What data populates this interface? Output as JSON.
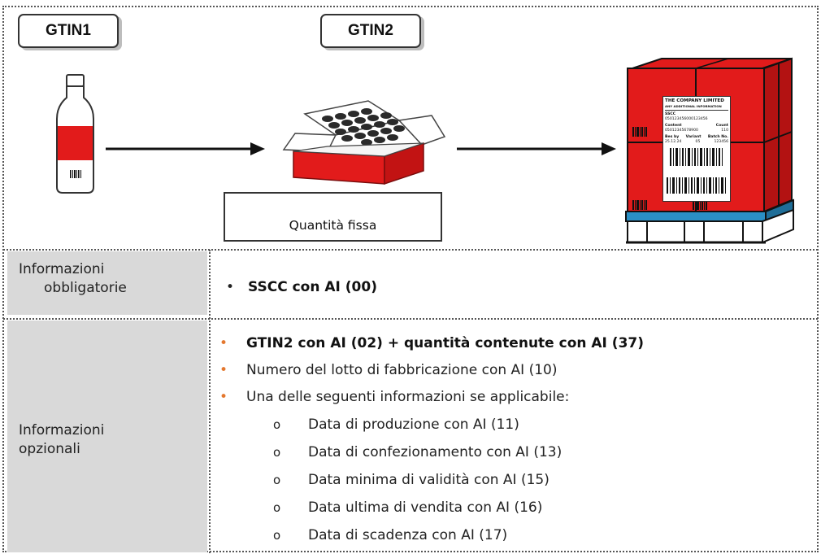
{
  "header": {
    "tag1": "GTIN1",
    "tag2": "GTIN2",
    "quantity_box": "Quantità fissa"
  },
  "pallet_label": {
    "company": "THE COMPANY LIMITED",
    "subtitle": "ANY ADDITIONAL INFORMATION",
    "sscc_label": "SSCC",
    "sscc_value": "050123456000123456",
    "content_label": "Content",
    "content_value": "05012345678900",
    "count_label": "Count",
    "count_value": "110",
    "bestby_label": "Bes by",
    "bestby_value": "25.12.24",
    "variant_label": "Variant",
    "variant_value": "05",
    "batch_label": "Batch No.",
    "batch_value": "123456"
  },
  "table": {
    "mandatory": {
      "label_line1": "Informazioni",
      "label_line2": "obbligatorie",
      "items": [
        {
          "bullet": "•",
          "text": "SSCC con AI (00)"
        }
      ]
    },
    "optional": {
      "label_line1": "Informazioni",
      "label_line2": "opzionali",
      "items": [
        {
          "bullet": "•",
          "text": "GTIN2 con AI (02) + quantità contenute con AI (37)"
        },
        {
          "bullet": "•",
          "text": "Numero del lotto di fabbricazione con AI (10)"
        },
        {
          "bullet": "•",
          "text": "Una delle seguenti informazioni se applicabile:"
        }
      ],
      "sub_items": [
        {
          "bullet": "o",
          "text": "Data di produzione con AI (11)"
        },
        {
          "bullet": "o",
          "text": "Data di confezionamento con AI (13)"
        },
        {
          "bullet": "o",
          "text": "Data minima di validità con AI (15)"
        },
        {
          "bullet": "o",
          "text": "Data ultima di vendita con AI (16)"
        },
        {
          "bullet": "o",
          "text": "Data di scadenza con AI (17)"
        }
      ]
    }
  },
  "colors": {
    "red": "#e21b1b",
    "dark_red": "#9e0f0f",
    "pallet_blue": "#2b8fc4",
    "bullet_orange": "#e4782f",
    "label_gray": "#d9d9d9"
  },
  "icons": [
    "bottle-icon",
    "arrow-icon",
    "case-icon",
    "pallet-icon",
    "barcode-icon"
  ]
}
